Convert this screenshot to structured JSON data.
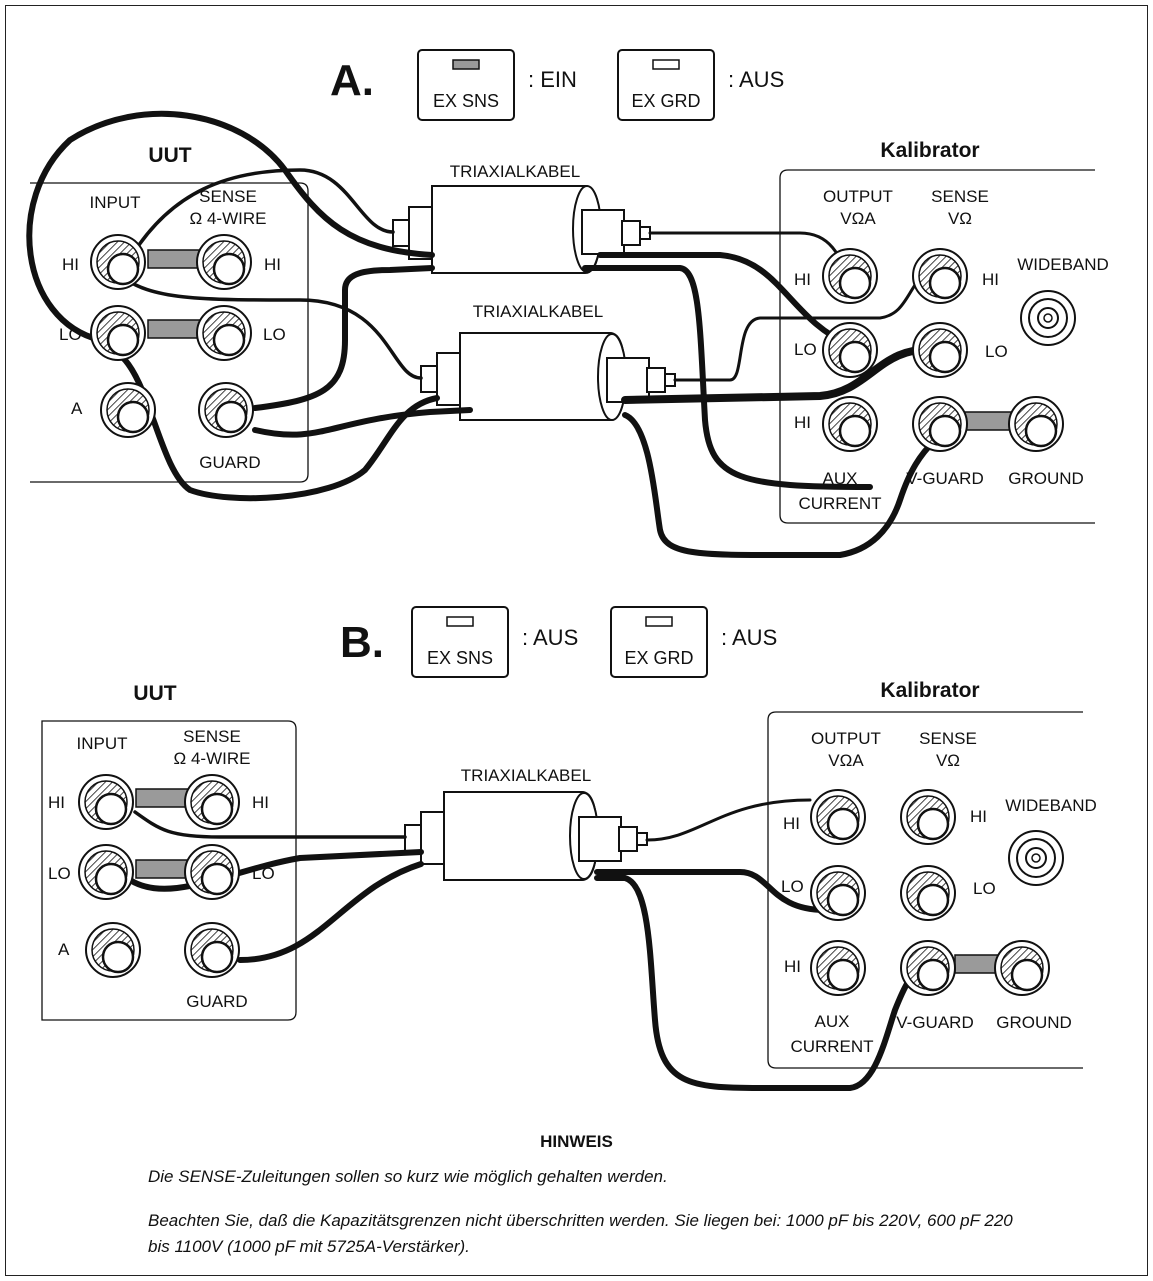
{
  "section_a": {
    "label": "A.",
    "indicators": [
      {
        "button": "EX SNS",
        "state": ": EIN",
        "lit": true
      },
      {
        "button": "EX GRD",
        "state": ": AUS",
        "lit": false
      }
    ],
    "uut": {
      "title": "UUT",
      "input": "INPUT",
      "sense": "SENSE",
      "sense_sub": "Ω 4-WIRE",
      "hi": "HI",
      "lo": "LO",
      "a": "A",
      "guard": "GUARD"
    },
    "cable_top": "TRIAXIALKABEL",
    "cable_bottom": "TRIAXIALKABEL",
    "calibrator": {
      "title": "Kalibrator",
      "output": "OUTPUT",
      "output_sub": "VΩA",
      "sense": "SENSE",
      "sense_sub": "VΩ",
      "wideband": "WIDEBAND",
      "hi": "HI",
      "lo": "LO",
      "aux": "AUX",
      "current": "CURRENT",
      "vguard": "V-GUARD",
      "ground": "GROUND"
    }
  },
  "section_b": {
    "label": "B.",
    "indicators": [
      {
        "button": "EX SNS",
        "state": ": AUS",
        "lit": false
      },
      {
        "button": "EX GRD",
        "state": ": AUS",
        "lit": false
      }
    ],
    "uut": {
      "title": "UUT",
      "input": "INPUT",
      "sense": "SENSE",
      "sense_sub": "Ω 4-WIRE",
      "hi": "HI",
      "lo": "LO",
      "a": "A",
      "guard": "GUARD"
    },
    "cable": "TRIAXIALKABEL",
    "calibrator": {
      "title": "Kalibrator",
      "output": "OUTPUT",
      "output_sub": "VΩA",
      "sense": "SENSE",
      "sense_sub": "VΩ",
      "wideband": "WIDEBAND",
      "hi": "HI",
      "lo": "LO",
      "aux": "AUX",
      "current": "CURRENT",
      "vguard": "V-GUARD",
      "ground": "GROUND"
    }
  },
  "note": {
    "title": "HINWEIS",
    "line1": "Die SENSE-Zuleitungen sollen so kurz wie möglich gehalten werden.",
    "line2": "Beachten Sie, daß die Kapazitätsgrenzen nicht überschritten werden. Sie liegen bei: 1000 pF bis 220V, 600 pF 220 bis 1100V (1000 pF mit 5725A-Verstärker)."
  },
  "colors": {
    "ink": "#111111",
    "lit_indicator": "#999999",
    "bar": "#9a9a9a"
  }
}
